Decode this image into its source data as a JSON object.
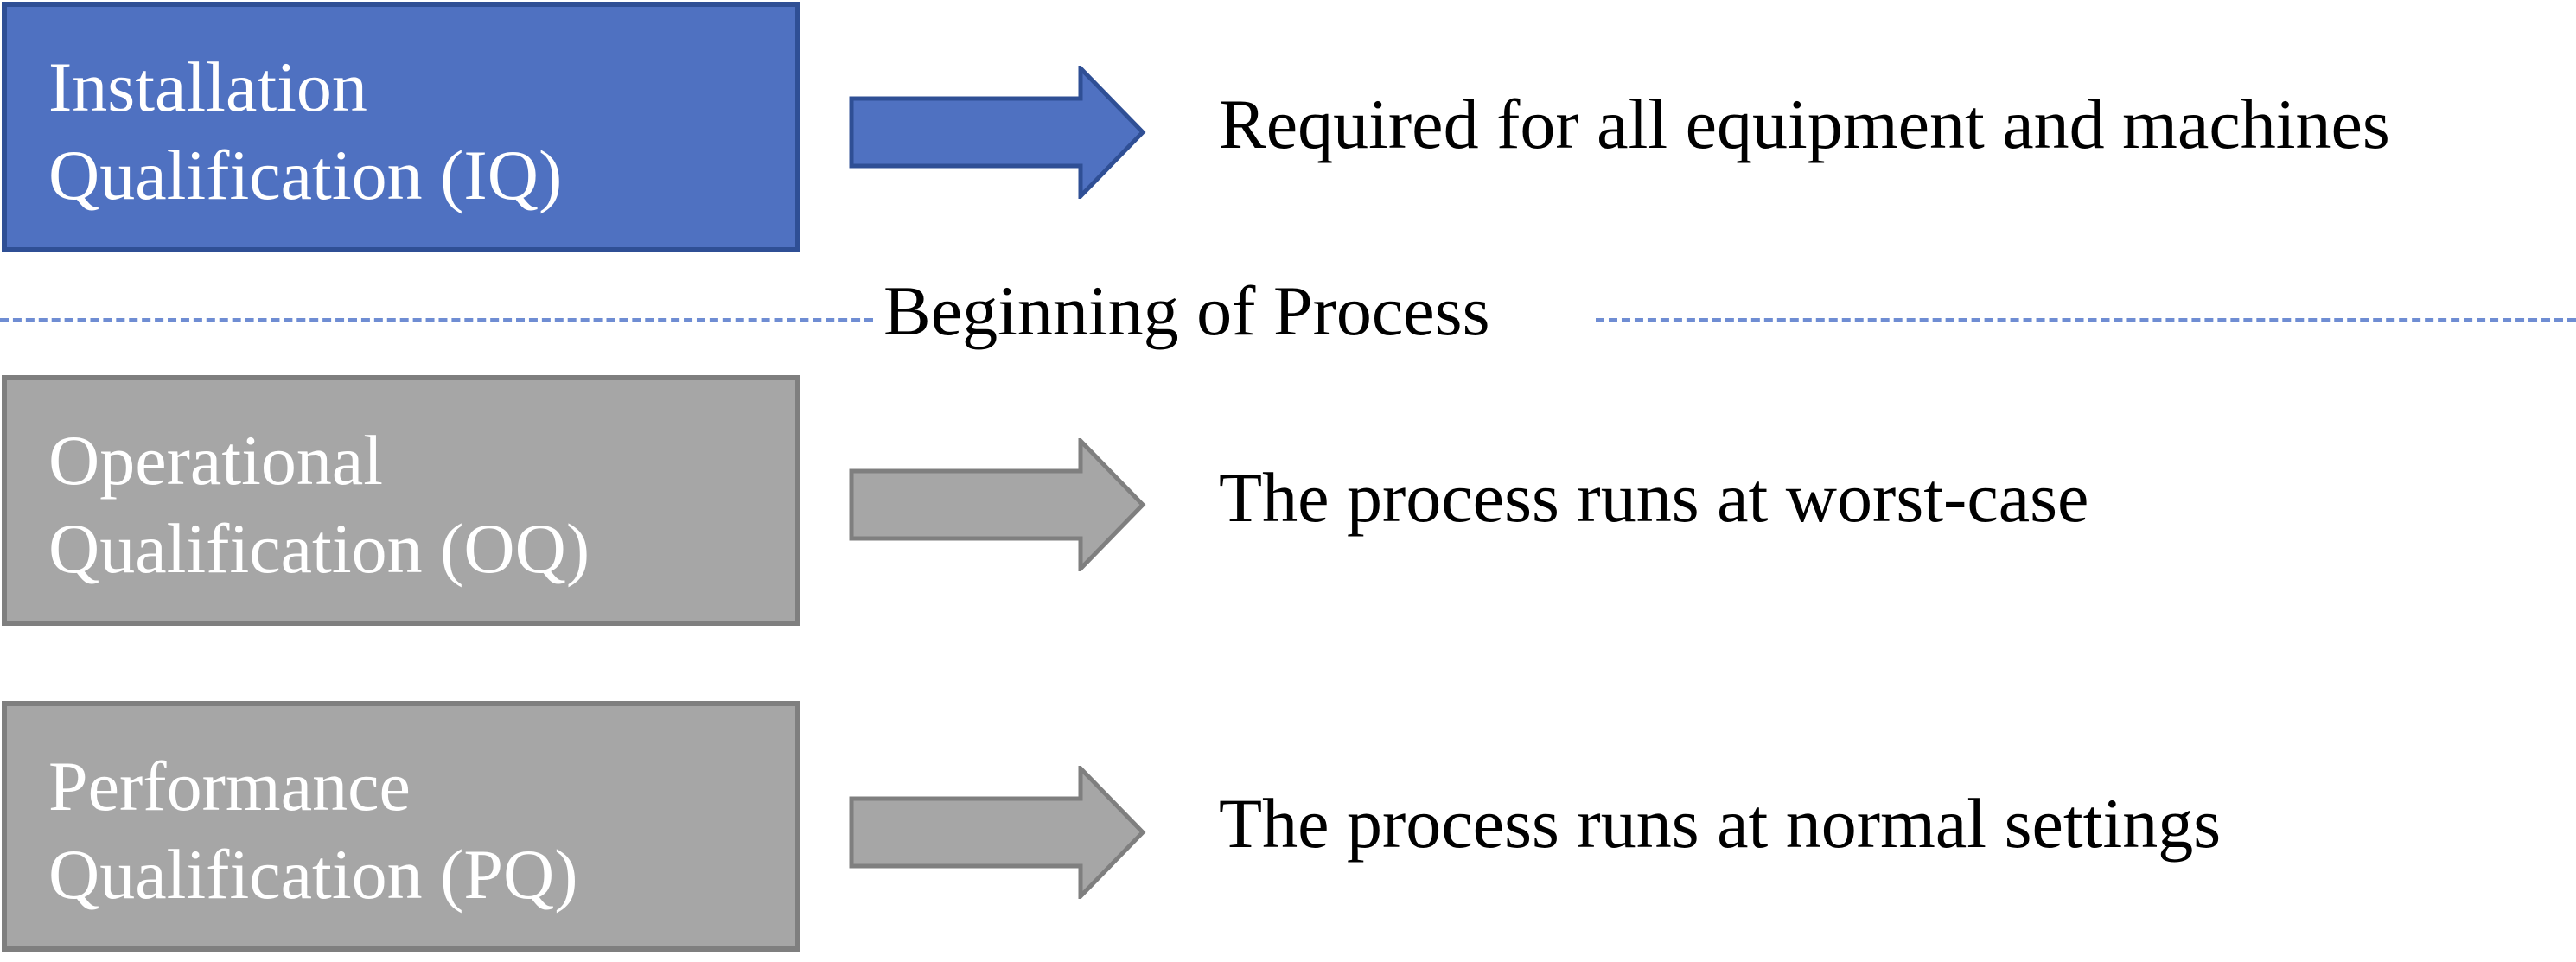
{
  "colors": {
    "iq_fill": "#4f71c1",
    "iq_border": "#2f4f95",
    "gray_fill": "#a6a6a6",
    "gray_border": "#7f7f7f",
    "divider": "#6f8dd3"
  },
  "stages": [
    {
      "id": "iq",
      "title_line1": "Installation",
      "title_line2": "Qualification (IQ)",
      "description": "Required for all equipment and machines"
    },
    {
      "id": "oq",
      "title_line1": "Operational",
      "title_line2": "Qualification (OQ)",
      "description": "The process runs at worst-case"
    },
    {
      "id": "pq",
      "title_line1": "Performance",
      "title_line2": "Qualification (PQ)",
      "description": "The process runs at normal settings"
    }
  ],
  "divider": {
    "label": "Beginning of Process"
  }
}
